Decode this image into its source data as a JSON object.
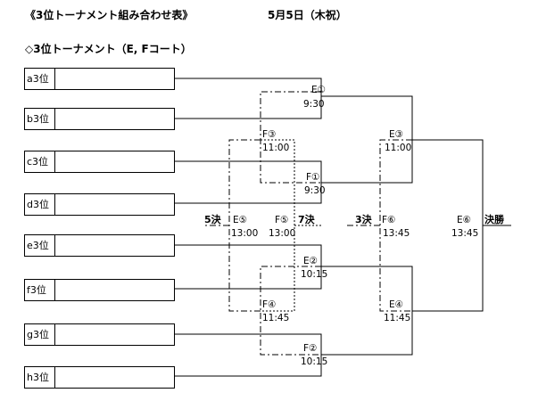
{
  "header": {
    "title": "《3位トーナメント組み合わせ表》",
    "date": "5月5日（木祝）",
    "subtitle": "◇3位トーナメント（E, Fコート）"
  },
  "teams": [
    "a3位",
    "b3位",
    "c3位",
    "d3位",
    "e3位",
    "f3位",
    "g3位",
    "h3位"
  ],
  "matches": {
    "e1": {
      "court": "E①",
      "time": "9:30"
    },
    "f3": {
      "court": "F③",
      "time": "11:00"
    },
    "f1": {
      "court": "F①",
      "time": "9:30"
    },
    "e3": {
      "court": "E③",
      "time": "11:00"
    },
    "e5": {
      "court": "E⑤",
      "time": "13:00"
    },
    "f5": {
      "court": "F⑤",
      "time": "13:00"
    },
    "f6": {
      "court": "F⑥",
      "time": "13:45"
    },
    "e6": {
      "court": "E⑥",
      "time": "13:45"
    },
    "e2": {
      "court": "E②",
      "time": "10:15"
    },
    "f4": {
      "court": "F④",
      "time": "11:45"
    },
    "e4": {
      "court": "E④",
      "time": "11:45"
    },
    "f2": {
      "court": "F②",
      "time": "10:15"
    }
  },
  "finals": {
    "fifth": "5決",
    "seventh": "7決",
    "third": "3決",
    "first": "決勝"
  }
}
